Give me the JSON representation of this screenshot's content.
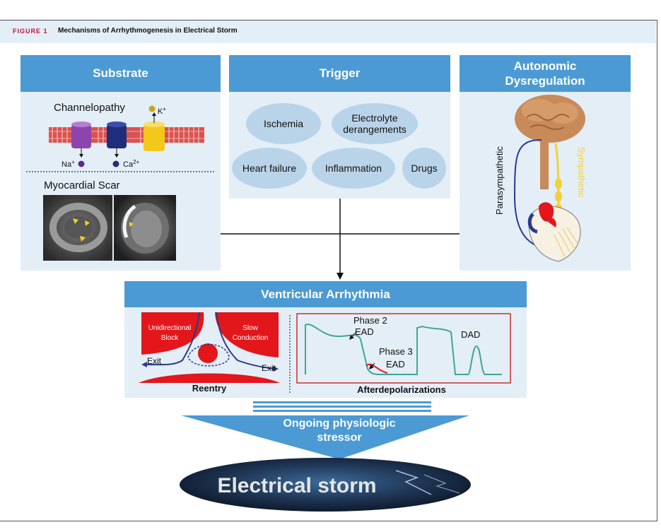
{
  "figure": {
    "label": "FIGURE 1",
    "title": "Mechanisms of Arrhythmogenesis in Electrical Storm"
  },
  "substrate": {
    "heading": "Substrate",
    "channelopathy": "Channelopathy",
    "k_ion": "K",
    "k_sup": "+",
    "na_ion": "Na",
    "na_sup": "+",
    "ca_ion": "Ca",
    "ca_sup": "2+",
    "scar": "Myocardial Scar"
  },
  "trigger": {
    "heading": "Trigger",
    "items": [
      "Ischemia",
      "Electrolyte derangements",
      "Heart failure",
      "Inflammation",
      "Drugs"
    ]
  },
  "autonomic": {
    "heading_line1": "Autonomic",
    "heading_line2": "Dysregulation",
    "parasympathetic": "Parasympathetic",
    "sympathetic": "Sympathetic"
  },
  "ventricular": {
    "heading": "Ventricular Arrhythmia",
    "reentry": {
      "unidirectional_line1": "Unidirectional",
      "unidirectional_line2": "Block",
      "slow_line1": "Slow",
      "slow_line2": "Conduction",
      "exit_left": "Exit",
      "exit_right": "Exit",
      "caption": "Reentry"
    },
    "afterdep": {
      "phase2": "Phase 2",
      "ead1": "EAD",
      "phase3": "Phase 3",
      "ead2": "EAD",
      "dad": "DAD",
      "caption": "Afterdepolarizations"
    }
  },
  "stressor": {
    "line1": "Ongoing physiologic",
    "line2": "stressor"
  },
  "storm": {
    "label": "Electrical storm"
  },
  "colors": {
    "panel_bg": "#e3eef7",
    "header_blue": "#4b9ad4",
    "ellipse": "#b9d4e9",
    "red": "#e3161b",
    "sympathetic_yellow": "#f3d13a"
  }
}
